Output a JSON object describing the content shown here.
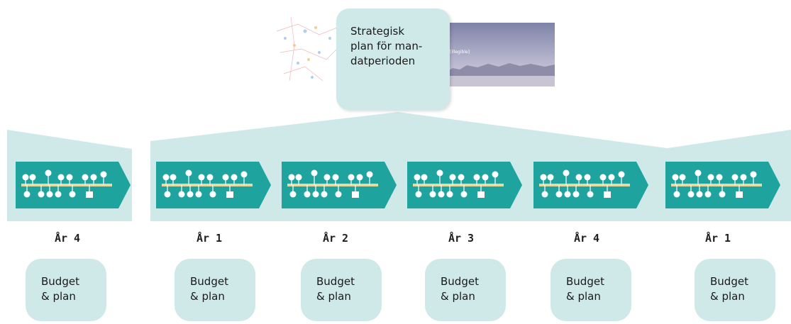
{
  "top_card": {
    "text": "Strategisk\nplan för man-\ndatperioden"
  },
  "photo": {
    "caption": "[illegible]"
  },
  "periods": [
    {
      "year": "År 4",
      "budget": "Budget\n& plan"
    },
    {
      "year": "År 1",
      "budget": "Budget\n& plan"
    },
    {
      "year": "År 2",
      "budget": "Budget\n& plan"
    },
    {
      "year": "År 3",
      "budget": "Budget\n& plan"
    },
    {
      "year": "År 4",
      "budget": "Budget\n& plan"
    },
    {
      "year": "År 1",
      "budget": "Budget\n& plan"
    }
  ],
  "colors": {
    "band": "#cfe9e9",
    "arrow": "#1fa39f",
    "timeline": "#e8d9a0"
  }
}
